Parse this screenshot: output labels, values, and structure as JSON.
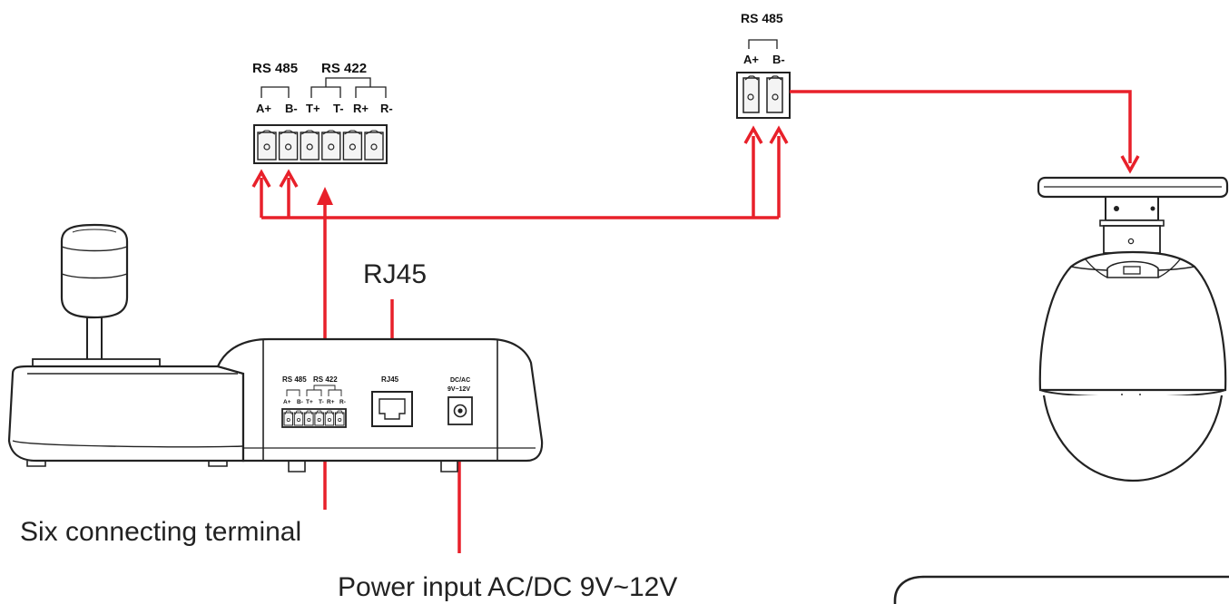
{
  "wiring_diagram": {
    "left_terminal": {
      "group_rs485": "RS 485",
      "group_rs422": "RS 422",
      "pins": [
        "A+",
        "B-",
        "T+",
        "T-",
        "R+",
        "R-"
      ]
    },
    "right_terminal": {
      "group_rs485": "RS 485",
      "pins": [
        "A+",
        "B-"
      ]
    },
    "keyboard_panel": {
      "rs485": "RS 485",
      "rs422": "RS 422",
      "pins": [
        "A+",
        "B-",
        "T+",
        "T-",
        "R+",
        "R-"
      ],
      "rj45": "RJ45",
      "power_line1": "DC/AC",
      "power_line2": "9V~12V"
    },
    "callouts": {
      "rj45": "RJ45",
      "six_terminal": "Six connecting terminal",
      "power": "Power input  AC/DC 9V~12V"
    },
    "colors": {
      "wire": "#e8202a",
      "ink": "#222222"
    }
  }
}
